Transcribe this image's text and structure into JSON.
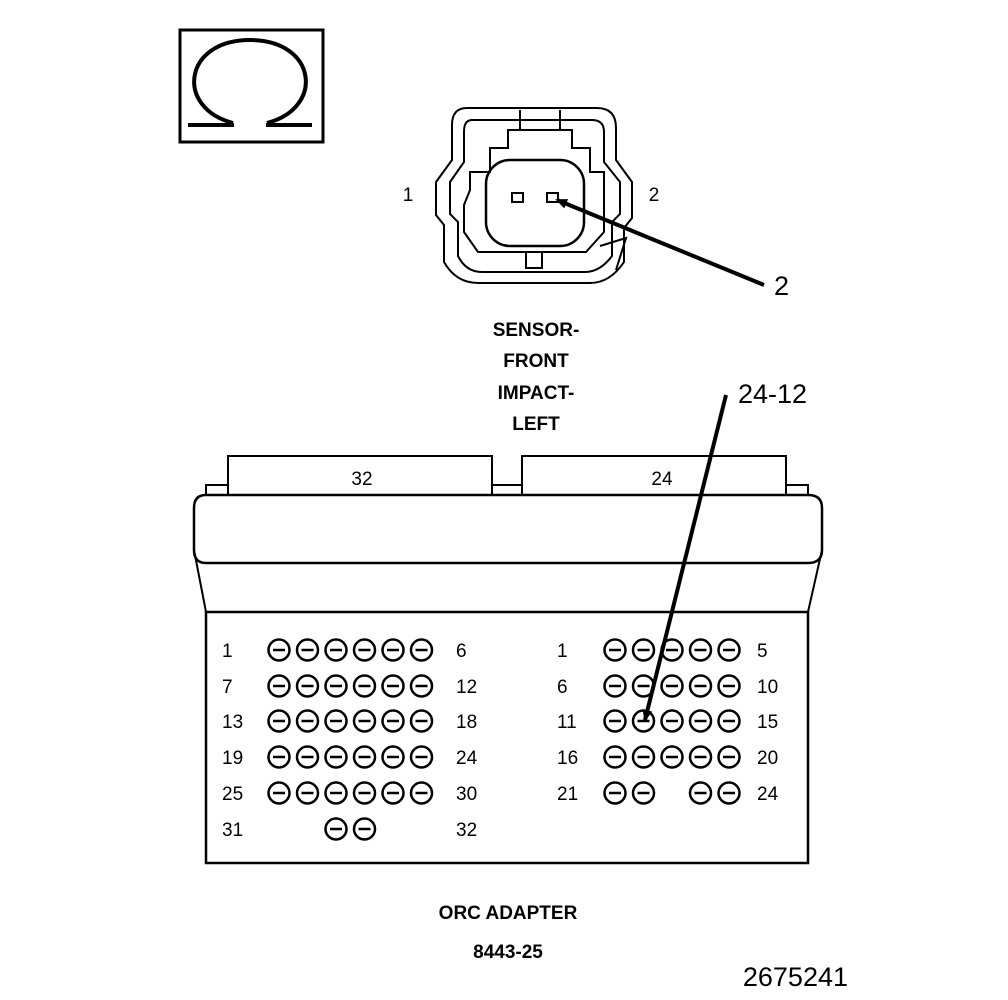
{
  "symbol": {
    "icon": "ohm-icon"
  },
  "sensor_connector": {
    "pin_left_label": "1",
    "pin_right_label": "2",
    "callout": "2",
    "title_lines": [
      "SENSOR-",
      "FRONT",
      "IMPACT-",
      "LEFT"
    ]
  },
  "adapter": {
    "connector_32_label": "32",
    "connector_24_label": "24",
    "callout": "24-12",
    "left_block": {
      "rows": [
        {
          "start": "1",
          "end": "6",
          "count": 6
        },
        {
          "start": "7",
          "end": "12",
          "count": 6
        },
        {
          "start": "13",
          "end": "18",
          "count": 6
        },
        {
          "start": "19",
          "end": "24",
          "count": 6
        },
        {
          "start": "25",
          "end": "30",
          "count": 6
        },
        {
          "start": "31",
          "end": "32",
          "count": 2
        }
      ]
    },
    "right_block": {
      "rows": [
        {
          "start": "1",
          "end": "5",
          "count": 5
        },
        {
          "start": "6",
          "end": "10",
          "count": 5
        },
        {
          "start": "11",
          "end": "15",
          "count": 5
        },
        {
          "start": "16",
          "end": "20",
          "count": 5
        },
        {
          "start": "21",
          "end": "24",
          "count": 4
        }
      ]
    },
    "title": "ORC ADAPTER",
    "part_number": "8443-25"
  },
  "document_number": "2675241"
}
